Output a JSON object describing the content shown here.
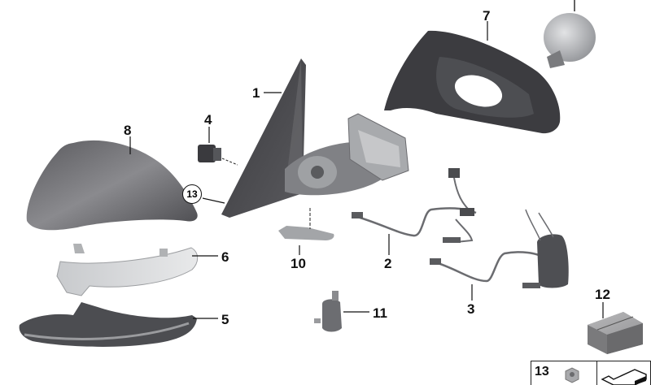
{
  "diagram": {
    "type": "exploded parts diagram",
    "subject": "Exterior side mirror assembly",
    "colors": {
      "background": "#ffffff",
      "part_dark": "#4a4a4e",
      "part_mid": "#7a7a7e",
      "part_light": "#bfc1c4",
      "label": "#111111"
    },
    "parts": [
      {
        "number": "1",
        "name": "mirror-housing-base"
      },
      {
        "number": "2",
        "name": "wiring-harness"
      },
      {
        "number": "3",
        "name": "wiring-harness-with-module"
      },
      {
        "number": "4",
        "name": "connector"
      },
      {
        "number": "5",
        "name": "trim-strip"
      },
      {
        "number": "6",
        "name": "turn-signal-light"
      },
      {
        "number": "7",
        "name": "mirror-frame-housing"
      },
      {
        "number": "8",
        "name": "mirror-cap"
      },
      {
        "number": "10",
        "name": "cover-plate"
      },
      {
        "number": "11",
        "name": "motor-unit"
      },
      {
        "number": "12",
        "name": "parts-box"
      },
      {
        "number": "13",
        "name": "nut"
      }
    ],
    "circled_callout": "13",
    "legend": {
      "number": "13",
      "item": "hex nut"
    }
  }
}
